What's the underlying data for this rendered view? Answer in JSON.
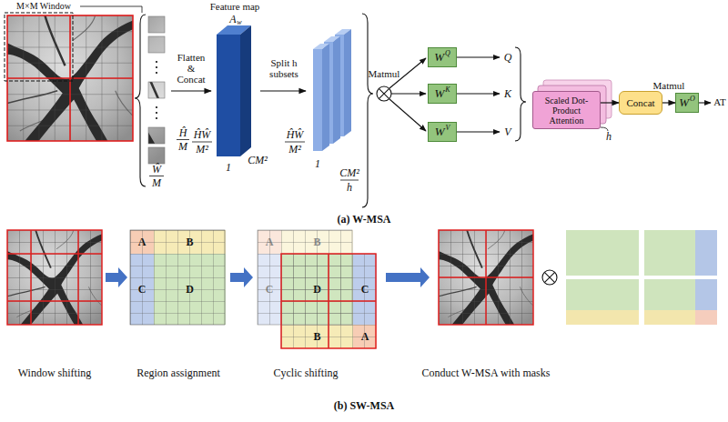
{
  "diagram": {
    "nodes": [
      {
        "text": [
          "W",
          "Q"
        ]
      },
      {
        "text": [
          "W",
          "K"
        ]
      },
      {
        "text": [
          "W",
          "V"
        ]
      },
      {
        "text": [
          "Scaled Dot-Product Attention"
        ]
      },
      {
        "text": [
          "Concat"
        ]
      },
      {
        "text": [
          "W",
          "O"
        ]
      },
      {
        "text": [
          "A"
        ]
      },
      {
        "text": [
          "B"
        ]
      },
      {
        "text": [
          "C"
        ]
      },
      {
        "text": [
          "D"
        ]
      },
      {
        "text": [
          "A"
        ]
      },
      {
        "text": [
          "B"
        ]
      },
      {
        "text": [
          "C"
        ]
      },
      {
        "text": [
          "D"
        ]
      },
      {
        "text": [
          "C"
        ]
      },
      {
        "text": [
          "B"
        ]
      },
      {
        "text": [
          "A"
        ]
      }
    ],
    "edges": [
      {
        "from": 3,
        "to": 4,
        "arrow": "to"
      },
      {
        "from": 4,
        "to": 5,
        "arrow": "to",
        "label": "Matmul"
      }
    ],
    "labels": [
      "M×M Window",
      "Ŵ",
      "M",
      "Ĥ",
      "M",
      "Flatten & Concat",
      "Feature map",
      "A",
      "w",
      "ĤŴ",
      "M²",
      "1",
      "CM²",
      "Split h subsets",
      "ĤŴ",
      "M²",
      "1",
      "CM²",
      "h",
      "Matmul",
      "Q",
      "K",
      "V",
      "h",
      "AT",
      "(a) W-MSA",
      "Window shifting",
      "Region assignment",
      "Cyclic shifting",
      "Conduct W-MSA with masks",
      "(b) SW-MSA"
    ]
  }
}
